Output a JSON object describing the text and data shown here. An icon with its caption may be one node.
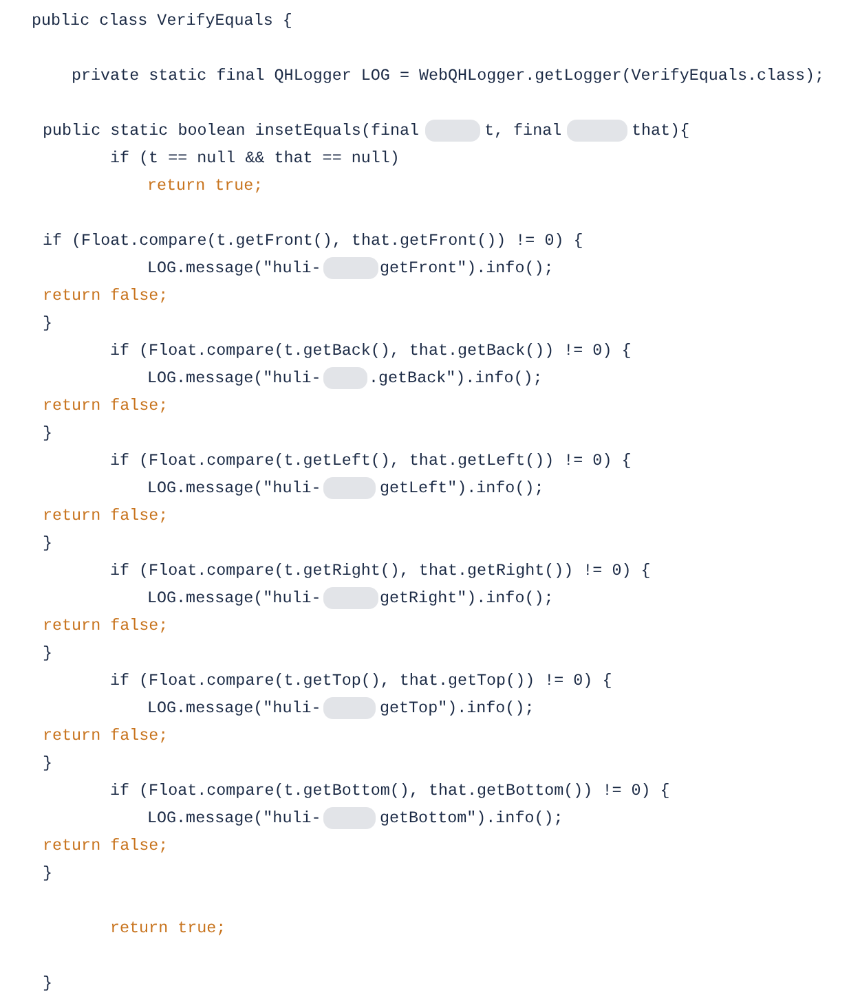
{
  "diagram": {
    "labels": [
      "public class VerifyEquals {",
      "private static final QHLogger LOG = WebQHLogger.getLogger(VerifyEquals.class);",
      "public static boolean insetEquals(final",
      "t, final",
      "that){",
      "if (t == null && that == null)",
      "return true;",
      "if (Float.compare(t.getFront(), that.getFront()) != 0) {",
      "LOG.message(\"huli-",
      "getFront\").info();",
      "return false;",
      "}",
      "if (Float.compare(t.getBack(), that.getBack()) != 0) {",
      "LOG.message(\"huli-",
      ".getBack\").info();",
      "return false;",
      "}",
      "if (Float.compare(t.getLeft(), that.getLeft()) != 0) {",
      "LOG.message(\"huli-",
      "getLeft\").info();",
      "return false;",
      "}",
      "if (Float.compare(t.getRight(), that.getRight()) != 0) {",
      "LOG.message(\"huli-",
      "getRight\").info();",
      "return false;",
      "}",
      "if (Float.compare(t.getTop(), that.getTop()) != 0) {",
      "LOG.message(\"huli-",
      "getTop\").info();",
      "return false;",
      "}",
      "if (Float.compare(t.getBottom(), that.getBottom()) != 0) {",
      "LOG.message(\"huli-",
      "getBottom\").info();",
      "return false;",
      "}",
      "return true;",
      "}"
    ]
  }
}
